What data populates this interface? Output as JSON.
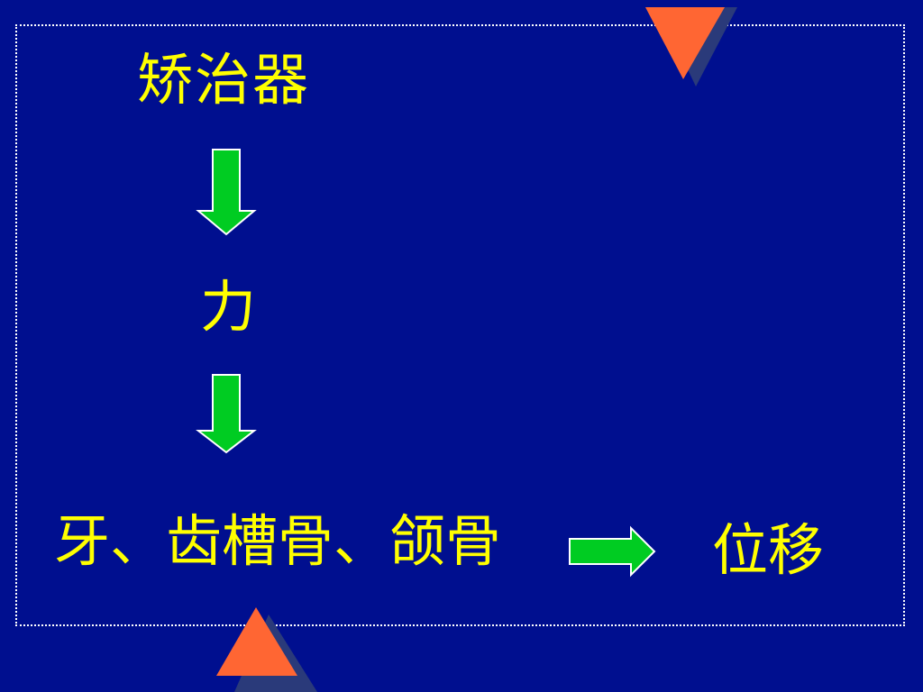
{
  "diagram": {
    "appliance": "矫治器",
    "force": "力",
    "tissues": "牙、齿槽骨、颌骨",
    "displacement": "位移"
  },
  "colors": {
    "background": "#000f8f",
    "text": "#ffff00",
    "arrow_fill": "#00cc22",
    "arrow_stroke": "#ffffff",
    "triangle_fill": "#ff6633",
    "triangle_shadow": "#2a3a7a",
    "frame_border": "#ffffff"
  }
}
